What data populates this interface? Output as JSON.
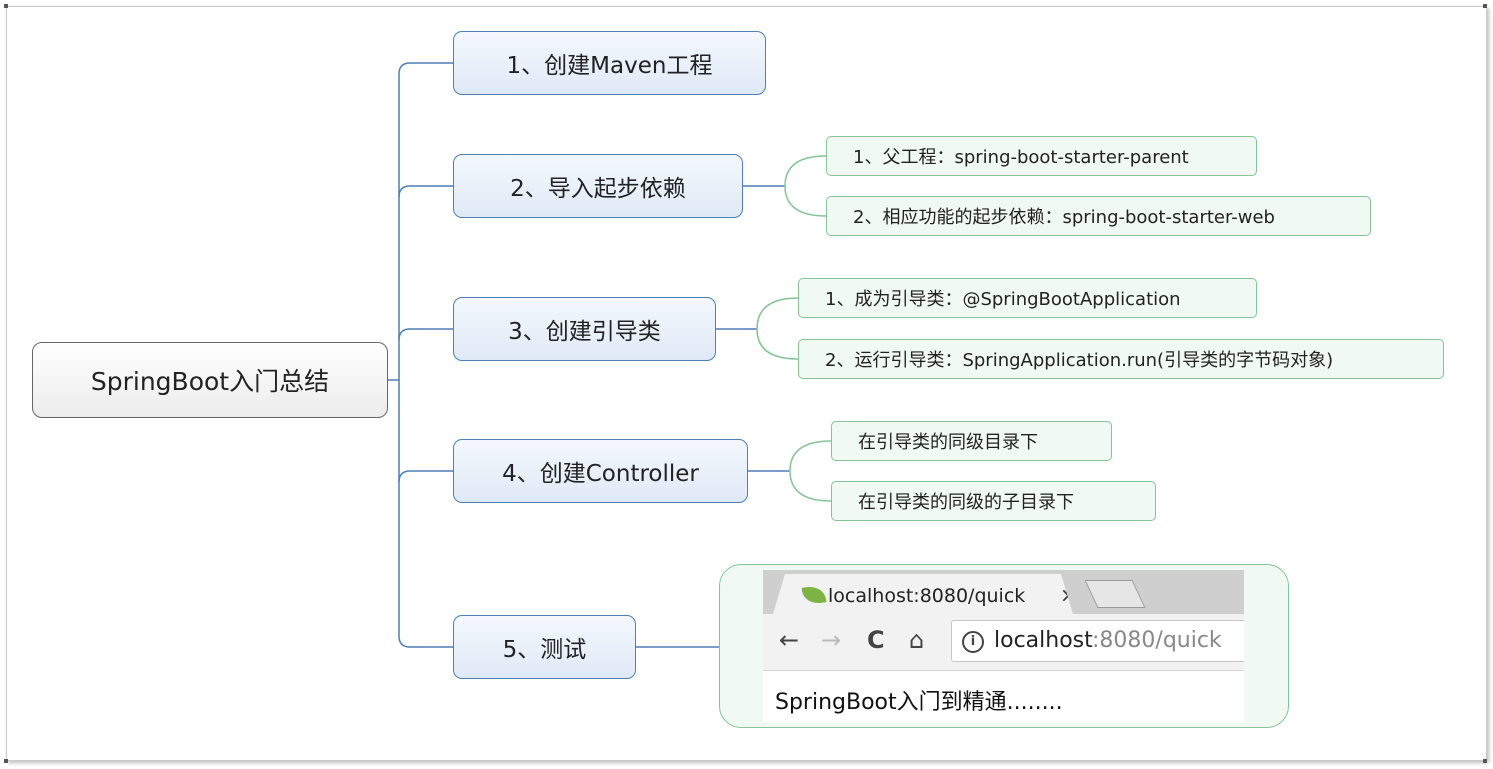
{
  "root": "SpringBoot入门总结",
  "steps": [
    {
      "label": "1、创建Maven工程",
      "children": []
    },
    {
      "label": "2、导入起步依赖",
      "children": [
        "1、父工程：spring-boot-starter-parent",
        "2、相应功能的起步依赖：spring-boot-starter-web"
      ]
    },
    {
      "label": "3、创建引导类",
      "children": [
        "1、成为引导类：@SpringBootApplication",
        "2、运行引导类：SpringApplication.run(引导类的字节码对象)"
      ]
    },
    {
      "label": "4、创建Controller",
      "children": [
        "在引导类的同级目录下",
        "在引导类的同级的子目录下"
      ]
    },
    {
      "label": "5、测试",
      "children": []
    }
  ],
  "browser": {
    "tab_title": "localhost:8080/quick",
    "tab_close": "×",
    "back": "←",
    "forward": "→",
    "reload": "C",
    "home": "⌂",
    "url_host": "localhost",
    "url_rest": ":8080/quick",
    "page_text": "SpringBoot入门到精通........"
  },
  "colors": {
    "main_border": "#4d7fb8",
    "sub_border": "#86c497",
    "connector_main": "#4d7fb8",
    "connector_sub": "#86c497"
  }
}
